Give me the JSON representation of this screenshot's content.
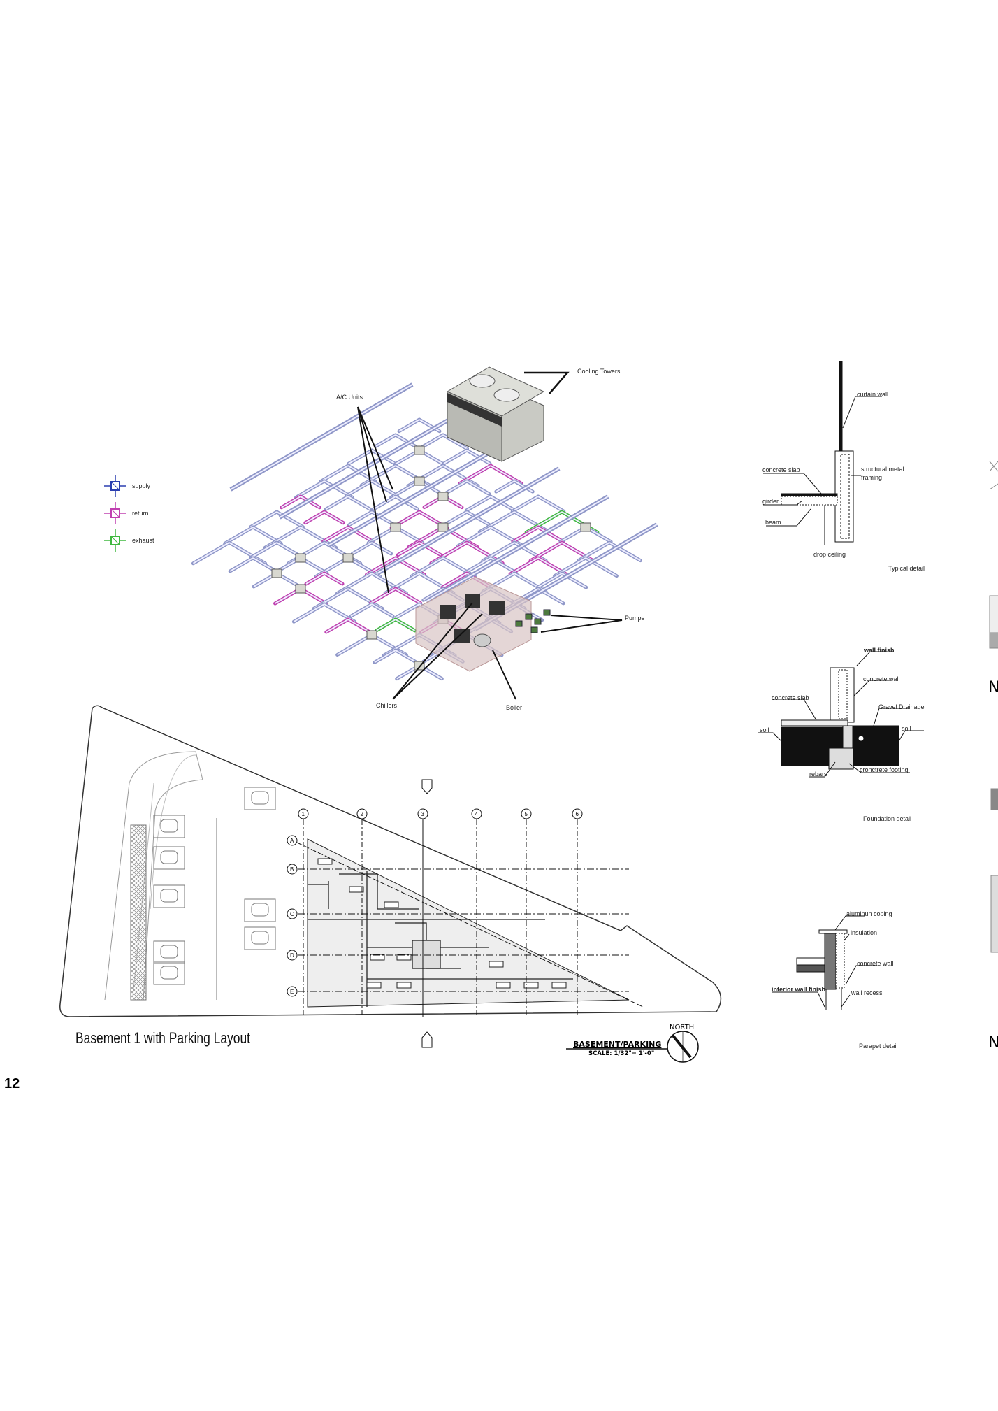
{
  "page_number": "12",
  "hvac": {
    "legend": [
      {
        "label": "supply",
        "color": "#2b3fb0"
      },
      {
        "label": "return",
        "color": "#c040b0"
      },
      {
        "label": "exhaust",
        "color": "#3fb83f"
      }
    ],
    "callouts": {
      "cooling_towers": "Cooling Towers",
      "ac_units": "A/C Units",
      "pumps": "Pumps",
      "chillers": "Chillers",
      "boiler": "Boiler"
    }
  },
  "details": {
    "typical": {
      "title": "Typical detail",
      "labels": {
        "curtain_wall": "curtain wall",
        "concrete_slab": "concrete slab",
        "structural_1": "structural metal",
        "structural_2": "framing",
        "girder": "girder",
        "beam": "beam",
        "drop_ceiling": "drop ceiling"
      }
    },
    "foundation": {
      "title": "Foundation detail",
      "labels": {
        "wall_finish": "wall finish",
        "concrete_wall": "concrete wall",
        "concrete_slab": "concrete slab",
        "gravel": "Gravel Drainage",
        "soil_left": "soil",
        "soil_right": "soil",
        "rebars": "rebars",
        "footing": "cronctrete footing"
      }
    },
    "parapet": {
      "title": "Parapet detail",
      "labels": {
        "coping": "aluminun coping",
        "insulation": "insulation",
        "concrete_wall": "concrete wall",
        "interior_finish": "interior wall finish",
        "wall_recess": "wall recess"
      }
    }
  },
  "plan": {
    "title": "Basement 1 with Parking Layout",
    "sheet_title": "BASEMENT/PARKING",
    "scale": "SCALE: 1/32\"= 1'-0\"",
    "north": "NORTH",
    "grid_columns": [
      "1",
      "2",
      "3",
      "4",
      "5",
      "6"
    ],
    "grid_rows": [
      "A",
      "B",
      "C",
      "D",
      "E"
    ]
  },
  "edge_letters": [
    "N",
    "N"
  ]
}
